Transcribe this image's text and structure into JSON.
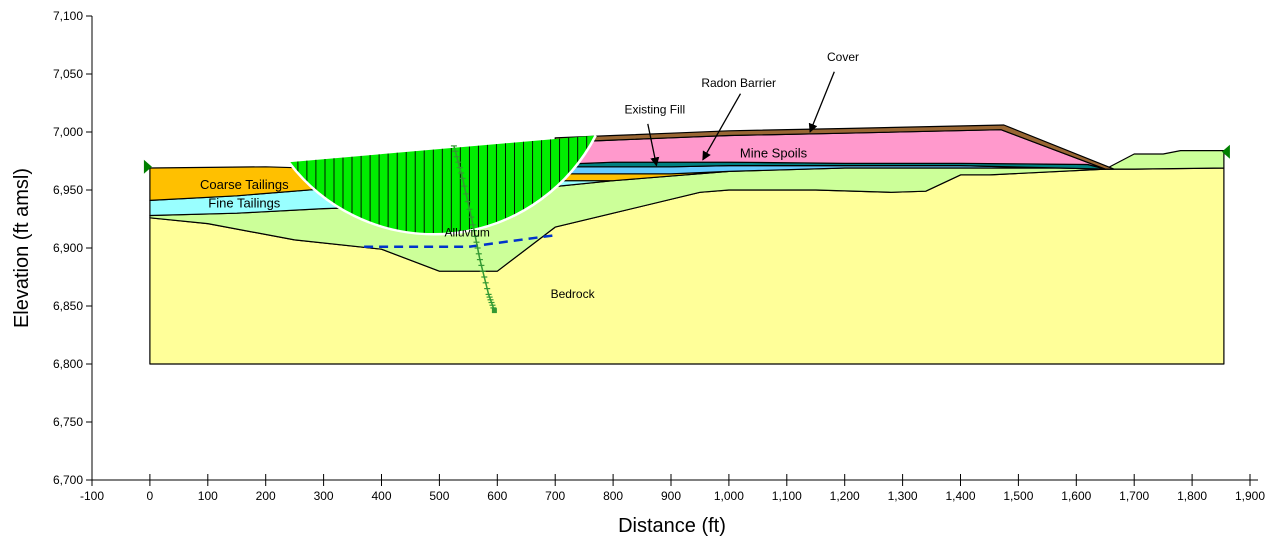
{
  "chart_data": {
    "type": "area",
    "xlabel": "Distance (ft)",
    "ylabel": "Elevation (ft amsl)",
    "xlim": [
      -100,
      1900
    ],
    "ylim": [
      6700,
      7100
    ],
    "x_ticks": [
      -100,
      0,
      100,
      200,
      300,
      400,
      500,
      600,
      700,
      800,
      900,
      1000,
      1100,
      1200,
      1300,
      1400,
      1500,
      1600,
      1700,
      1800,
      1900
    ],
    "x_tick_labels": [
      "-100",
      "0",
      "100",
      "200",
      "300",
      "400",
      "500",
      "600",
      "700",
      "800",
      "900",
      "1,000",
      "1,100",
      "1,200",
      "1,300",
      "1,400",
      "1,500",
      "1,600",
      "1,700",
      "1,800",
      "1,900"
    ],
    "y_ticks": [
      6700,
      6750,
      6800,
      6850,
      6900,
      6950,
      7000,
      7050,
      7100
    ],
    "y_tick_labels": [
      "6,700",
      "6,750",
      "6,800",
      "6,850",
      "6,900",
      "6,950",
      "7,000",
      "7,050",
      "7,100"
    ],
    "grid": false,
    "colors": {
      "bedrock": "#ffff99",
      "alluvium": "#ccff99",
      "coarse_tailings": "#ffc000",
      "fine_tailings": "#99ffff",
      "mine_spoils": "#ff99cc",
      "cover": "#996633",
      "radon_barrier": "#008080",
      "existing_fill": "#66ccff",
      "slip_surface": "#00ee00",
      "slip_outline": "#ffffff",
      "phreatic_line": "#0033cc",
      "piezometer": "#339933",
      "boundary_marker": "#008000"
    },
    "layers": [
      {
        "name": "Bedrock",
        "label": "Bedrock",
        "label_at": [
          730,
          6857
        ],
        "fill": "bedrock",
        "polygon": [
          [
            0,
            6800
          ],
          [
            1855,
            6800
          ],
          [
            1855,
            6969
          ],
          [
            1700,
            6968
          ],
          [
            1650,
            6968
          ],
          [
            1450,
            6963
          ],
          [
            1400,
            6963
          ],
          [
            1340,
            6949
          ],
          [
            1280,
            6948
          ],
          [
            1150,
            6950
          ],
          [
            1000,
            6950
          ],
          [
            950,
            6948
          ],
          [
            800,
            6930
          ],
          [
            700,
            6918
          ],
          [
            600,
            6880
          ],
          [
            500,
            6880
          ],
          [
            400,
            6899
          ],
          [
            250,
            6907
          ],
          [
            100,
            6921
          ],
          [
            0,
            6926
          ]
        ]
      },
      {
        "name": "Alluvium",
        "label": "Alluvium",
        "label_at": [
          548,
          6910
        ],
        "fill": "alluvium",
        "polygon": [
          [
            0,
            6926
          ],
          [
            100,
            6921
          ],
          [
            250,
            6907
          ],
          [
            400,
            6899
          ],
          [
            500,
            6880
          ],
          [
            600,
            6880
          ],
          [
            700,
            6918
          ],
          [
            800,
            6930
          ],
          [
            950,
            6948
          ],
          [
            1000,
            6950
          ],
          [
            1150,
            6950
          ],
          [
            1280,
            6948
          ],
          [
            1340,
            6949
          ],
          [
            1400,
            6963
          ],
          [
            1450,
            6963
          ],
          [
            1650,
            6968
          ],
          [
            1700,
            6981
          ],
          [
            1750,
            6981
          ],
          [
            1780,
            6984
          ],
          [
            1855,
            6984
          ],
          [
            1855,
            6969
          ],
          [
            1700,
            6968
          ],
          [
            1650,
            6968
          ],
          [
            1600,
            6969
          ],
          [
            1200,
            6969
          ],
          [
            1000,
            6966
          ],
          [
            800,
            6958
          ],
          [
            700,
            6953
          ],
          [
            600,
            6945
          ],
          [
            500,
            6937
          ],
          [
            300,
            6934
          ],
          [
            150,
            6930
          ],
          [
            0,
            6928
          ]
        ]
      },
      {
        "name": "Fine Tailings",
        "label": "Fine Tailings",
        "label_at": [
          163,
          6935
        ],
        "fill": "fine_tailings",
        "polygon": [
          [
            0,
            6928
          ],
          [
            150,
            6930
          ],
          [
            300,
            6934
          ],
          [
            500,
            6937
          ],
          [
            600,
            6945
          ],
          [
            700,
            6953
          ],
          [
            800,
            6958
          ],
          [
            600,
            6958
          ],
          [
            500,
            6955
          ],
          [
            300,
            6951
          ],
          [
            150,
            6945
          ],
          [
            0,
            6941
          ]
        ]
      },
      {
        "name": "Coarse Tailings",
        "label": "Coarse Tailings",
        "label_at": [
          163,
          6951
        ],
        "fill": "coarse_tailings",
        "polygon": [
          [
            0,
            6941
          ],
          [
            150,
            6945
          ],
          [
            300,
            6951
          ],
          [
            500,
            6955
          ],
          [
            600,
            6958
          ],
          [
            800,
            6958
          ],
          [
            1000,
            6966
          ],
          [
            900,
            6964
          ],
          [
            700,
            6964
          ],
          [
            600,
            6964
          ],
          [
            400,
            6967
          ],
          [
            200,
            6970
          ],
          [
            0,
            6969
          ]
        ]
      },
      {
        "name": "Existing Fill",
        "label": "Existing Fill",
        "label_at": [
          872,
          7016
        ],
        "fill": "existing_fill",
        "polygon": [
          [
            600,
            6964
          ],
          [
            700,
            6964
          ],
          [
            900,
            6964
          ],
          [
            1000,
            6966
          ],
          [
            1200,
            6969
          ],
          [
            1600,
            6969
          ],
          [
            1650,
            6968
          ],
          [
            1400,
            6971
          ],
          [
            1200,
            6971
          ],
          [
            1000,
            6971
          ],
          [
            900,
            6970
          ],
          [
            800,
            6970
          ],
          [
            700,
            6970
          ],
          [
            650,
            6969
          ]
        ]
      },
      {
        "name": "Radon Barrier",
        "label": "Radon Barrier",
        "label_at": [
          1017,
          7039
        ],
        "fill": "radon_barrier",
        "polygon": [
          [
            650,
            6969
          ],
          [
            700,
            6970
          ],
          [
            800,
            6970
          ],
          [
            900,
            6970
          ],
          [
            1000,
            6971
          ],
          [
            1200,
            6971
          ],
          [
            1400,
            6971
          ],
          [
            1650,
            6968
          ],
          [
            1620,
            6972
          ],
          [
            1400,
            6973
          ],
          [
            1200,
            6973
          ],
          [
            1000,
            6974
          ],
          [
            900,
            6974
          ],
          [
            800,
            6974
          ],
          [
            700,
            6972
          ],
          [
            650,
            6971
          ]
        ]
      },
      {
        "name": "Mine Spoils",
        "label": "Mine Spoils",
        "label_at": [
          1077,
          6978
        ],
        "fill": "mine_spoils",
        "polygon": [
          [
            700,
            6972
          ],
          [
            800,
            6974
          ],
          [
            900,
            6974
          ],
          [
            1000,
            6974
          ],
          [
            1200,
            6973
          ],
          [
            1400,
            6973
          ],
          [
            1620,
            6972
          ],
          [
            1650,
            6968
          ],
          [
            1470,
            7002
          ],
          [
            1200,
            6999
          ],
          [
            1000,
            6997
          ],
          [
            900,
            6995
          ],
          [
            800,
            6993
          ],
          [
            700,
            6991
          ]
        ]
      },
      {
        "name": "Cover",
        "label": "Cover",
        "label_at": [
          1197,
          7061
        ],
        "fill": "cover",
        "polygon": [
          [
            700,
            6991
          ],
          [
            800,
            6993
          ],
          [
            900,
            6995
          ],
          [
            1000,
            6997
          ],
          [
            1200,
            6999
          ],
          [
            1470,
            7002
          ],
          [
            1650,
            6968
          ],
          [
            1665,
            6968
          ],
          [
            1475,
            7006
          ],
          [
            1200,
            7003
          ],
          [
            1000,
            7001
          ],
          [
            900,
            6999
          ],
          [
            800,
            6997
          ],
          [
            700,
            6995
          ]
        ]
      }
    ],
    "slip_surface": {
      "name": "critical slip surface",
      "circle_left": [
        240,
        6974
      ],
      "circle_bottom": [
        475,
        6912
      ],
      "circle_right": [
        770,
        6997
      ]
    },
    "phreatic_line": [
      [
        370,
        6901
      ],
      [
        550,
        6901
      ],
      [
        700,
        6911
      ]
    ],
    "piezometer": [
      [
        525,
        6988
      ],
      [
        540,
        6960
      ],
      [
        558,
        6920
      ],
      [
        570,
        6890
      ],
      [
        585,
        6860
      ],
      [
        595,
        6846
      ]
    ],
    "boundary_markers": [
      [
        0,
        6970
      ],
      [
        1855,
        6983
      ]
    ],
    "callouts": [
      {
        "label": "Cover",
        "from": [
          1182,
          7052
        ],
        "to": [
          1140,
          7000
        ]
      },
      {
        "label": "Radon Barrier",
        "from": [
          1020,
          7033
        ],
        "to": [
          955,
          6976
        ]
      },
      {
        "label": "Existing Fill",
        "from": [
          860,
          7007
        ],
        "to": [
          875,
          6971
        ]
      }
    ]
  }
}
